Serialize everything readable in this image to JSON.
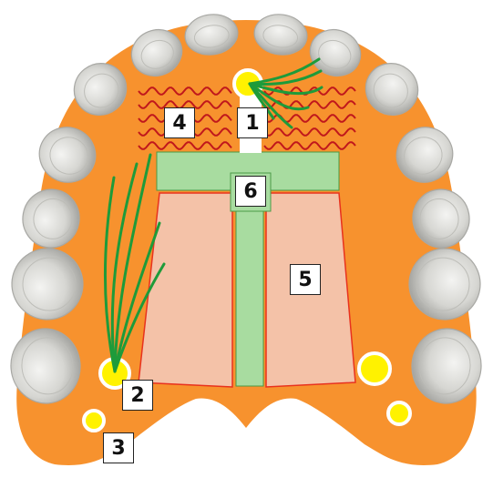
{
  "diagram": {
    "labels": {
      "l1": "1",
      "l2": "2",
      "l3": "3",
      "l4": "4",
      "l5": "5",
      "l6": "6"
    },
    "colors": {
      "palate": "#F7922E",
      "tooth": "#d9d9d6",
      "tooth_edge": "#a8a8a4",
      "foramen": "#FFF200",
      "nerve": "#1e9b3a",
      "appliance_plate": "#f4c2a8",
      "appliance_edge": "#e8321e",
      "appliance_bar": "#a8dca0",
      "appliance_bar_edge": "#4a9a46",
      "rugae": "#c0171c"
    }
  }
}
